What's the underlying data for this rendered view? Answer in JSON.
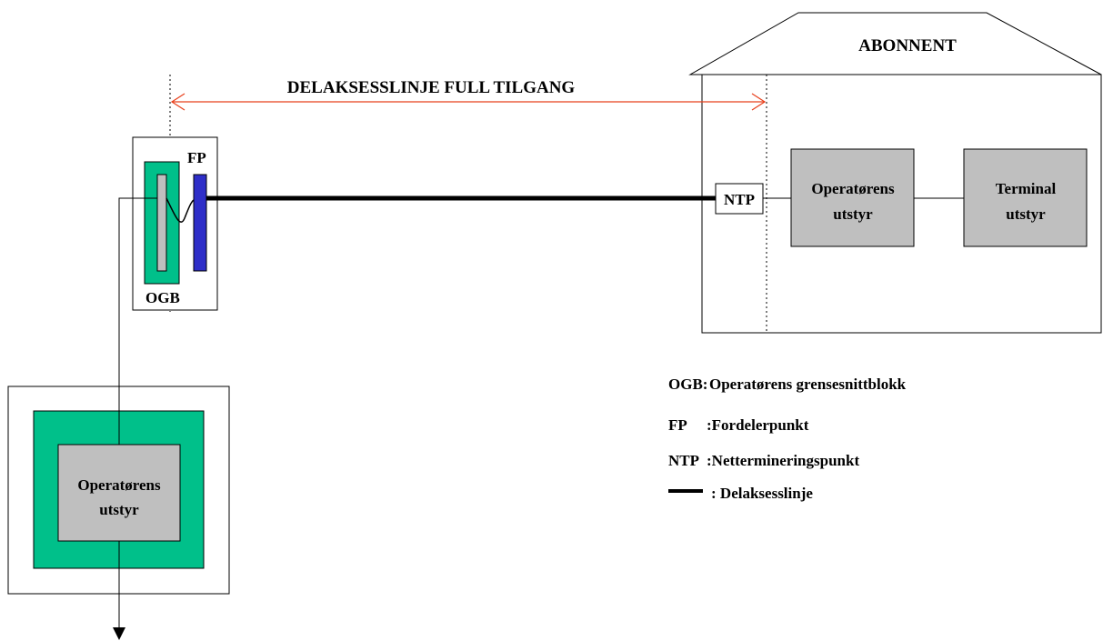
{
  "subscriber": {
    "label": "ABONNENT"
  },
  "access_span": {
    "label": "DELAKSESSLINJE FULL TILGANG"
  },
  "ogb_box": {
    "ogb_label": "OGB",
    "fp_label": "FP"
  },
  "ntp": {
    "label": "NTP"
  },
  "home_equipment": {
    "operator_line1": "Operatørens",
    "operator_line2": "utstyr",
    "terminal_line1": "Terminal",
    "terminal_line2": "utstyr"
  },
  "exchange_equipment": {
    "line1": "Operatørens",
    "line2": "utstyr"
  },
  "legend": {
    "ogb_key": "OGB:",
    "ogb_desc": "Operatørens grensesnittblokk",
    "fp_key": "FP",
    "fp_desc": ":Fordelerpunkt",
    "ntp_key": "NTP",
    "ntp_desc": ":Nettermineringspunkt",
    "line_desc": ": Delaksesslinje"
  },
  "colors": {
    "teal": "#00c08a",
    "grey": "#bfbfbf",
    "blue": "#2e2ec8",
    "arrow_red": "#e8401c",
    "line": "#000000"
  }
}
